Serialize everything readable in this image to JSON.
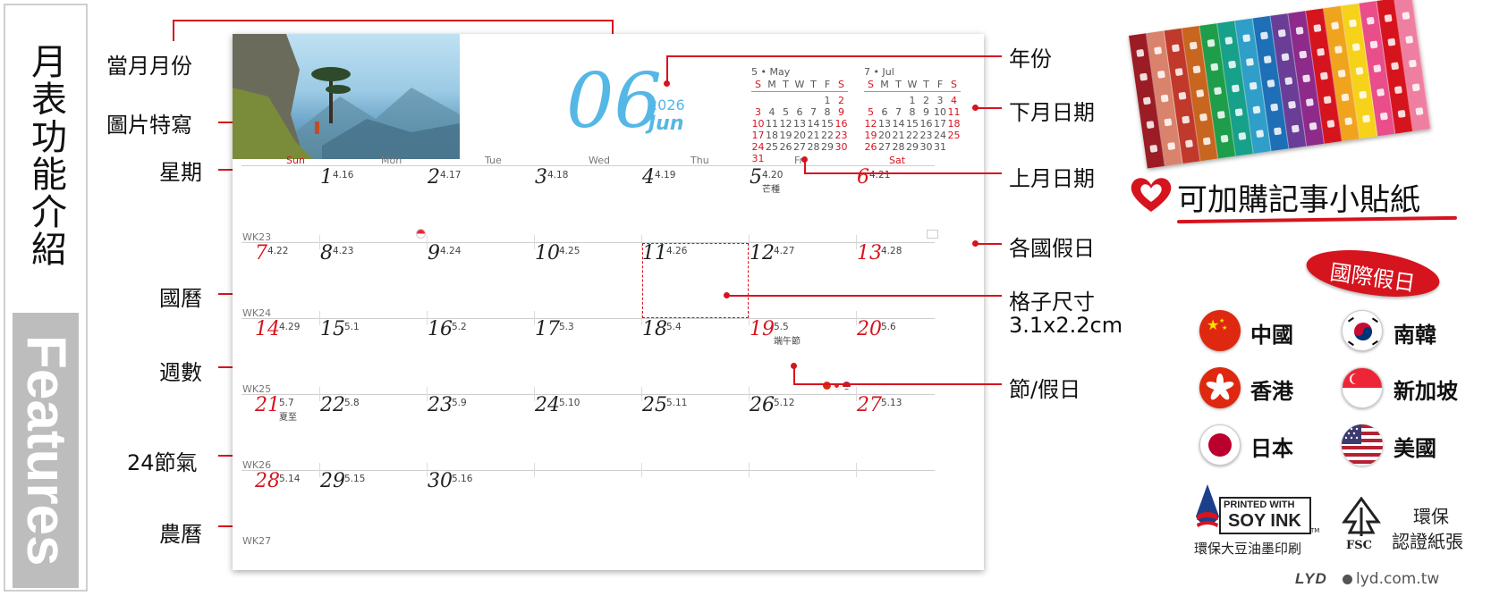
{
  "side": {
    "title": "月表功能介紹",
    "subtitle": "Features"
  },
  "labels_left": {
    "month": "當月月份",
    "photo": "圖片特寫",
    "weekday": "星期",
    "date": "國曆",
    "weeknum": "週數",
    "solar_terms": "24節氣",
    "lunar": "農曆"
  },
  "labels_right": {
    "year": "年份",
    "next_month": "下月日期",
    "prev_month": "上月日期",
    "holidays": "各國假日",
    "cell_size_1": "格子尺寸",
    "cell_size_2": "3.1x2.2cm",
    "festival": "節/假日"
  },
  "calendar": {
    "month_num": "06",
    "year": "2026",
    "month_en": "Jun",
    "weekdays": [
      "Sun",
      "Mon",
      "Tue",
      "Wed",
      "Thu",
      "Fri",
      "Sat"
    ],
    "prev_mini": {
      "title": "5 • May",
      "head": [
        "S",
        "M",
        "T",
        "W",
        "T",
        "F",
        "S"
      ],
      "rows": [
        [
          "",
          "",
          "",
          "",
          "",
          "1",
          "2"
        ],
        [
          "3",
          "4",
          "5",
          "6",
          "7",
          "8",
          "9"
        ],
        [
          "10",
          "11",
          "12",
          "13",
          "14",
          "15",
          "16"
        ],
        [
          "17",
          "18",
          "19",
          "20",
          "21",
          "22",
          "23"
        ],
        [
          "24",
          "25",
          "26",
          "27",
          "28",
          "29",
          "30"
        ],
        [
          "31",
          "",
          "",
          "",
          "",
          "",
          ""
        ]
      ]
    },
    "next_mini": {
      "title": "7 • Jul",
      "head": [
        "S",
        "M",
        "T",
        "W",
        "T",
        "F",
        "S"
      ],
      "rows": [
        [
          "",
          "",
          "",
          "1",
          "2",
          "3",
          "4"
        ],
        [
          "5",
          "6",
          "7",
          "8",
          "9",
          "10",
          "11"
        ],
        [
          "12",
          "13",
          "14",
          "15",
          "16",
          "17",
          "18"
        ],
        [
          "19",
          "20",
          "21",
          "22",
          "23",
          "24",
          "25"
        ],
        [
          "26",
          "27",
          "28",
          "29",
          "30",
          "31",
          ""
        ]
      ]
    },
    "week_labels": [
      "WK23",
      "WK24",
      "WK25",
      "WK26",
      "WK27"
    ],
    "weeks": [
      [
        {
          "d": "",
          "l": ""
        },
        {
          "d": "1",
          "l": "4.16"
        },
        {
          "d": "2",
          "l": "4.17"
        },
        {
          "d": "3",
          "l": "4.18"
        },
        {
          "d": "4",
          "l": "4.19"
        },
        {
          "d": "5",
          "l": "4.20",
          "n": "芒種"
        },
        {
          "d": "6",
          "l": "4.21"
        }
      ],
      [
        {
          "d": "7",
          "l": "4.22"
        },
        {
          "d": "8",
          "l": "4.23"
        },
        {
          "d": "9",
          "l": "4.24"
        },
        {
          "d": "10",
          "l": "4.25"
        },
        {
          "d": "11",
          "l": "4.26"
        },
        {
          "d": "12",
          "l": "4.27"
        },
        {
          "d": "13",
          "l": "4.28"
        }
      ],
      [
        {
          "d": "14",
          "l": "4.29"
        },
        {
          "d": "15",
          "l": "5.1"
        },
        {
          "d": "16",
          "l": "5.2"
        },
        {
          "d": "17",
          "l": "5.3"
        },
        {
          "d": "18",
          "l": "5.4"
        },
        {
          "d": "19",
          "l": "5.5",
          "n": "端午節"
        },
        {
          "d": "20",
          "l": "5.6"
        }
      ],
      [
        {
          "d": "21",
          "l": "5.7",
          "n": "夏至"
        },
        {
          "d": "22",
          "l": "5.8"
        },
        {
          "d": "23",
          "l": "5.9"
        },
        {
          "d": "24",
          "l": "5.10"
        },
        {
          "d": "25",
          "l": "5.11"
        },
        {
          "d": "26",
          "l": "5.12"
        },
        {
          "d": "27",
          "l": "5.13"
        }
      ],
      [
        {
          "d": "28",
          "l": "5.14"
        },
        {
          "d": "29",
          "l": "5.15"
        },
        {
          "d": "30",
          "l": "5.16"
        },
        {
          "d": "",
          "l": ""
        },
        {
          "d": "",
          "l": ""
        },
        {
          "d": "",
          "l": ""
        },
        {
          "d": "",
          "l": ""
        }
      ]
    ],
    "red_days": [
      "6",
      "7",
      "13",
      "14",
      "19",
      "20",
      "21",
      "27",
      "28"
    ]
  },
  "sticker": {
    "text": "可加購記事小貼紙"
  },
  "intl": {
    "badge": "國際假日",
    "countries": [
      "中國",
      "南韓",
      "香港",
      "新加坡",
      "日本",
      "美國"
    ]
  },
  "soy": {
    "line1": "PRINTED WITH",
    "line2": "SOY INK",
    "tm": "TM",
    "caption": "環保大豆油墨印刷"
  },
  "fsc": {
    "mark": "FSC",
    "caption1": "環保",
    "caption2": "認證紙張"
  },
  "brand": {
    "logo": "LYD",
    "url": "lyd.com.tw"
  },
  "colors": {
    "accent": "#d6141e",
    "blue": "#55b7e6"
  }
}
